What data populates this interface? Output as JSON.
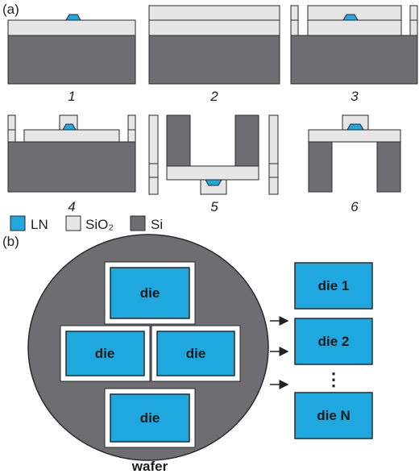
{
  "panel_a": {
    "label": "(a)",
    "steps": [
      "1",
      "2",
      "3",
      "4",
      "5",
      "6"
    ]
  },
  "legend": {
    "items": [
      {
        "name": "LN",
        "color": "#1ea8df"
      },
      {
        "name": "SiO₂",
        "color": "#e6e6e6"
      },
      {
        "name": "Si",
        "color": "#6e6e70"
      }
    ]
  },
  "panel_b": {
    "label": "(b)",
    "wafer_label": "wafer",
    "die_label": "die",
    "dies_out": [
      "die 1",
      "die 2",
      "die N"
    ],
    "ellipsis": "⋮"
  },
  "colors": {
    "ln": "#1ea8df",
    "sio2": "#e6e6e6",
    "si": "#6e6e70",
    "wafer": "#6e6e70",
    "outline": "#2a2a2a"
  }
}
